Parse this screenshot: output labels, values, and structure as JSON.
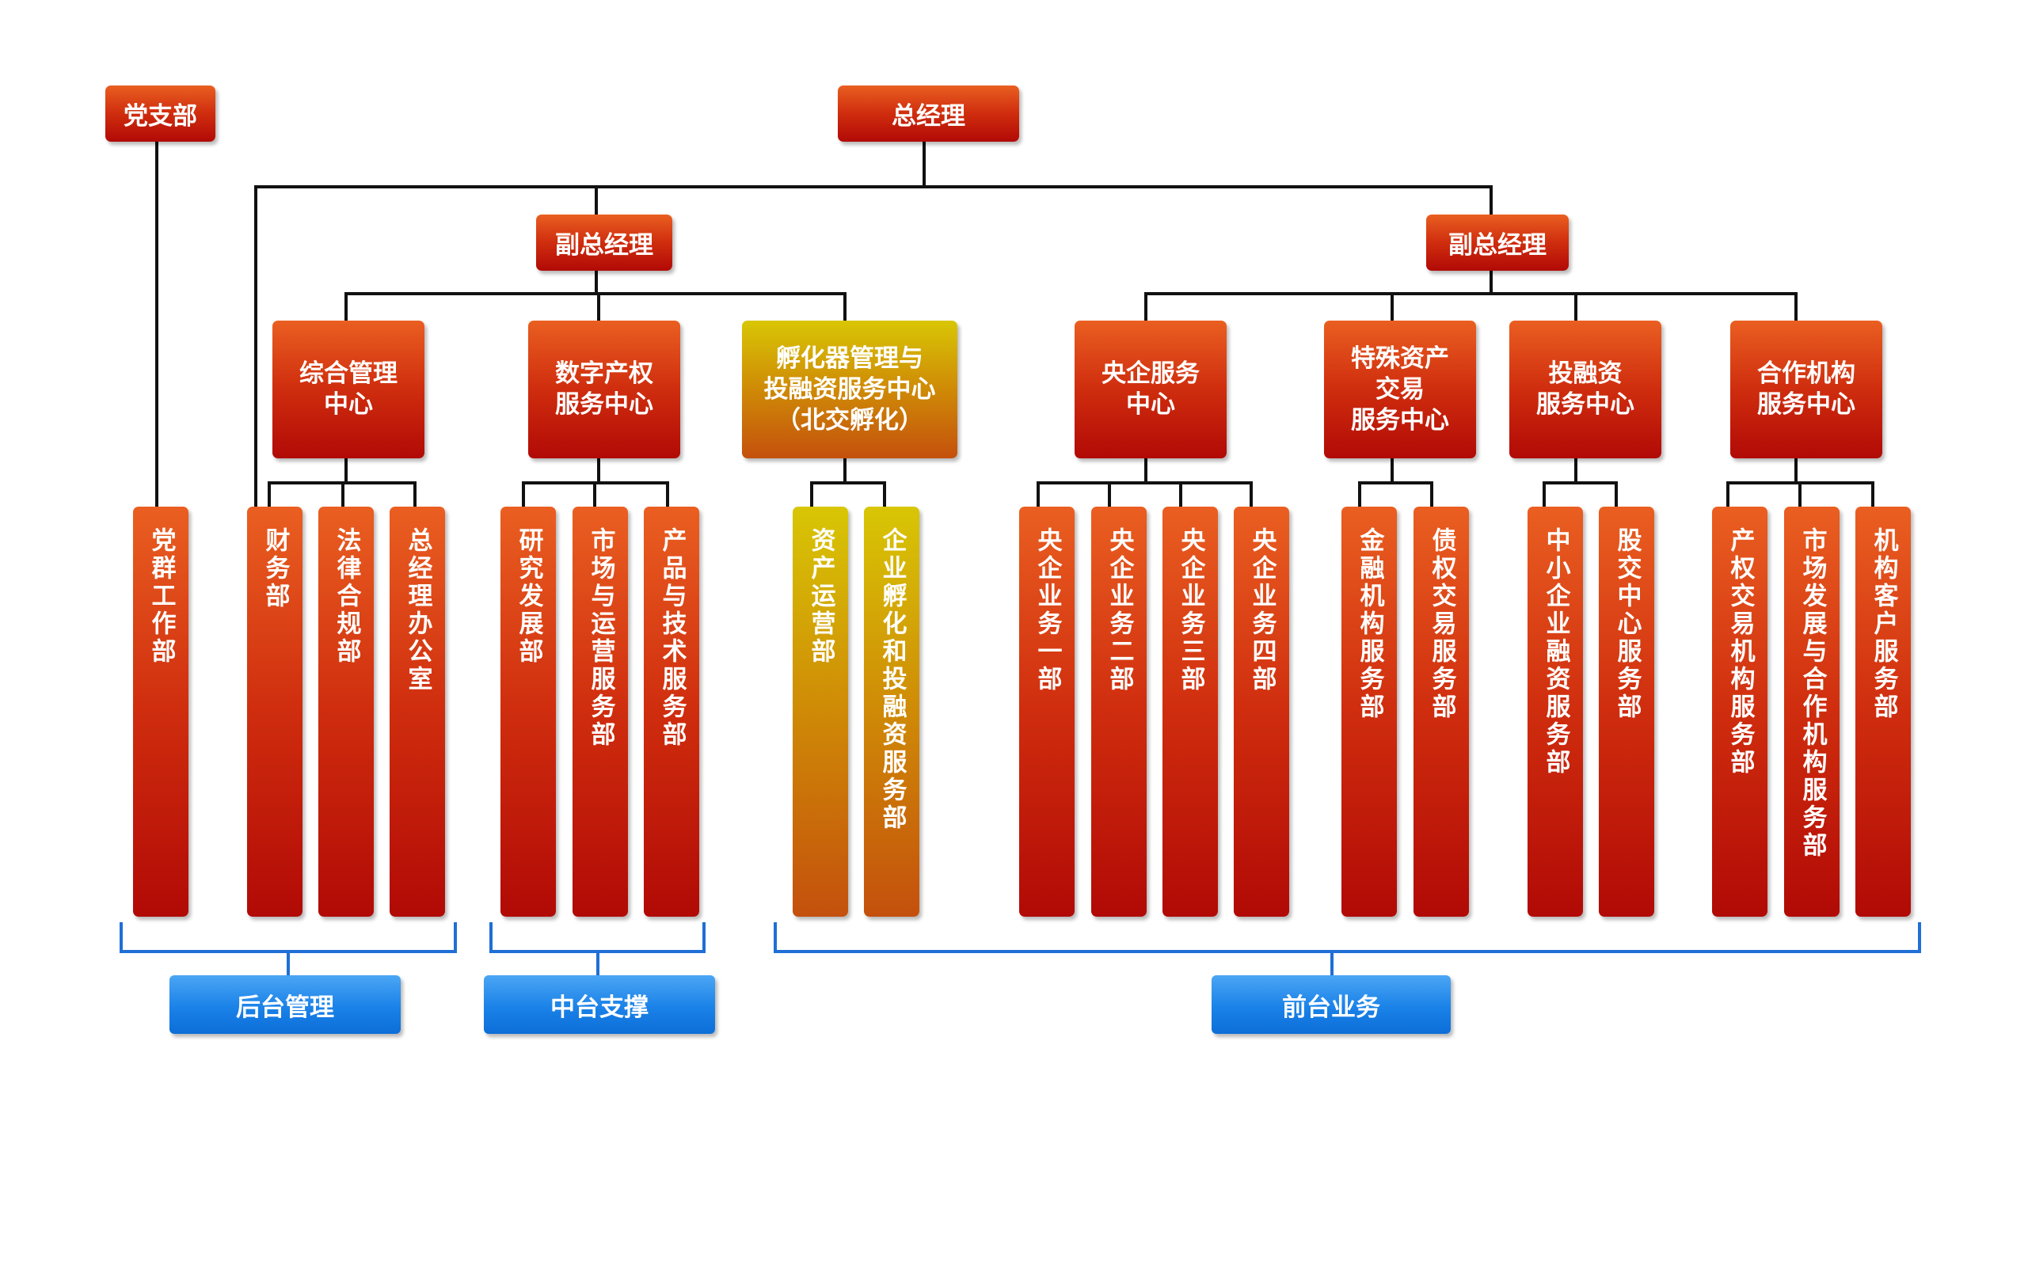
{
  "top": {
    "party": "党支部",
    "gm": "总经理"
  },
  "vp": {
    "left": "副总经理",
    "right": "副总经理"
  },
  "centers": {
    "c1": "综合管理\n中心",
    "c2": "数字产权\n服务中心",
    "c3": "孵化器管理与\n投融资服务中心\n（北交孵化）",
    "c4": "央企服务\n中心",
    "c5": "特殊资产\n交易\n服务中心",
    "c6": "投融资\n服务中心",
    "c7": "合作机构\n服务中心"
  },
  "departments": {
    "party_work": "党群工作部",
    "finance": "财务部",
    "legal": "法律合规部",
    "gm_office": "总经理办公室",
    "research": "研究发展部",
    "market_ops": "市场与运营服务部",
    "product_tech": "产品与技术服务部",
    "asset_ops": "资产运营部",
    "incubation_invest": "企业孵化和投融资服务部",
    "soe1": "央企业务一部",
    "soe2": "央企业务二部",
    "soe3": "央企业务三部",
    "soe4": "央企业务四部",
    "fin_inst": "金融机构服务部",
    "debt": "债权交易服务部",
    "sme_finance": "中小企业融资服务部",
    "equity_center": "股交中心服务部",
    "property_inst": "产权交易机构服务部",
    "market_partner": "市场发展与合作机构服务部",
    "inst_client": "机构客户服务部"
  },
  "groups": {
    "back": "后台管理",
    "middle": "中台支撑",
    "front": "前台业务"
  },
  "colors": {
    "red_top": "#ea5f21",
    "red_bottom": "#b10a06",
    "yellow_top": "#d8c605",
    "blue": "#1a82e8",
    "bracket": "#1f6fd6",
    "line": "#111111"
  }
}
